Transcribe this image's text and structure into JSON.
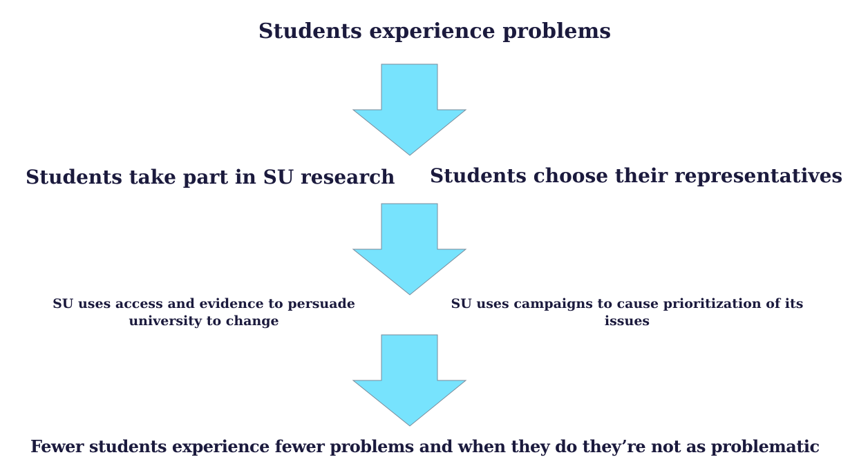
{
  "title": "Students experience problems",
  "step2": {
    "left": "Students take part in SU research",
    "right": "Students choose their representatives"
  },
  "step3": {
    "left": "SU uses access and evidence to persuade university to change",
    "right": "SU uses campaigns to cause prioritization of its issues"
  },
  "outcome": "Fewer students experience fewer problems and when they do they’re not as problematic",
  "colors": {
    "arrow": "#77e3fd",
    "text": "#1b1a3d"
  }
}
